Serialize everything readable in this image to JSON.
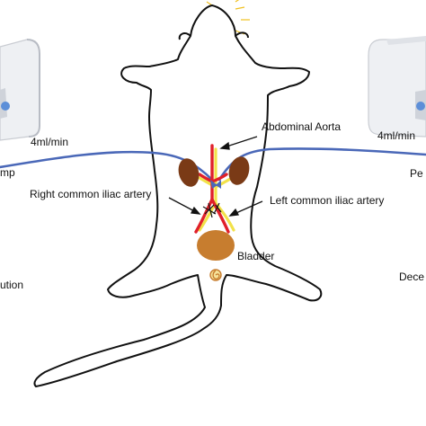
{
  "labels": {
    "aorta": "Abdominal Aorta",
    "right_iliac": "Right common iliac artery",
    "left_iliac": "Left common iliac artery",
    "bladder": "Bladder",
    "flow_left": "4ml/min",
    "flow_right": "4ml/min",
    "pump_left_partial": "mp",
    "pump_right_partial": "Pe",
    "solution_left_partial": "ution",
    "solution_right_partial": "Dece"
  },
  "colors": {
    "outline": "#111111",
    "tube": "#4a68b8",
    "artery": "#e0202a",
    "vein": "#f2e24a",
    "kidney": "#7a3a16",
    "bladder": "#c77d2f",
    "device_face": "#eef0f3",
    "device_side": "#c9ccd2",
    "device_accent": "#5d8fd8"
  }
}
